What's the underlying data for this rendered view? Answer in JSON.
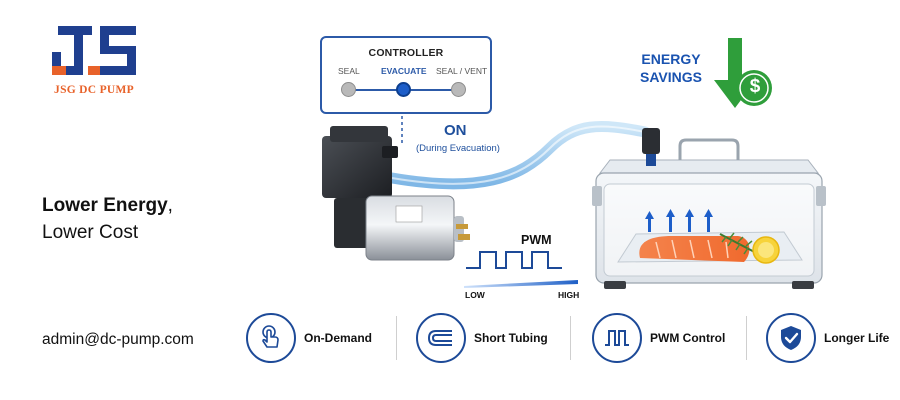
{
  "brand": {
    "name": "JSG DC PUMP",
    "colors": {
      "blue": "#1f3f8f",
      "orange": "#e8622a"
    }
  },
  "headline": {
    "bold": "Lower Energy",
    "comma": ",",
    "line2": "Lower Cost"
  },
  "contact": {
    "email": "admin@dc-pump.com"
  },
  "controller": {
    "title": "CONTROLLER",
    "options": [
      "SEAL",
      "EVACUATE",
      "SEAL / VENT"
    ],
    "active_index": 1
  },
  "pump_status": {
    "label": "ON",
    "sublabel": "(During Evacuation)"
  },
  "energy_savings": {
    "line1": "ENERGY",
    "line2": "SAVINGS",
    "symbol": "$",
    "accent": "#2f9e3b"
  },
  "pwm": {
    "label": "PWM",
    "low": "LOW",
    "high": "HIGH"
  },
  "features": [
    {
      "label": "On-Demand",
      "icon": "hand-touch-icon"
    },
    {
      "label": "Short Tubing",
      "icon": "tubing-icon"
    },
    {
      "label": "PWM Control",
      "icon": "pwm-wave-icon"
    },
    {
      "label": "Longer Life",
      "icon": "shield-check-icon"
    }
  ]
}
